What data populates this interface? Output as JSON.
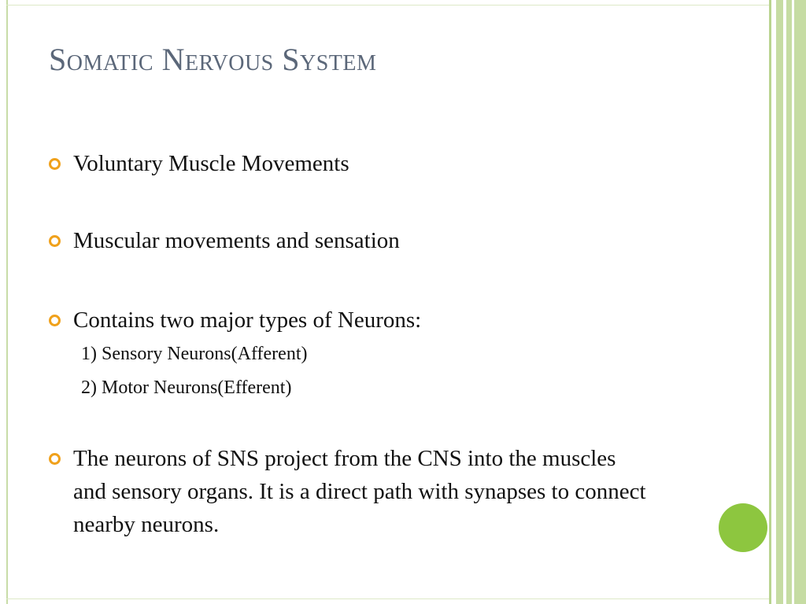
{
  "slide": {
    "title": "Somatic Nervous System",
    "bullets": [
      "Voluntary Muscle Movements",
      "Muscular movements and sensation",
      "Contains two major types of Neurons:",
      "The neurons of SNS project from the CNS into the muscles and sensory organs. It is a direct path with synapses to connect nearby neurons."
    ],
    "sub_items": [
      "1) Sensory Neurons(Afferent)",
      "2) Motor Neurons(Efferent)"
    ]
  },
  "colors": {
    "title": "#5b6779",
    "bullet_marker": "#f0a11b",
    "accent_green": "#8dc63f",
    "stripe_green": "#c6dca3"
  }
}
